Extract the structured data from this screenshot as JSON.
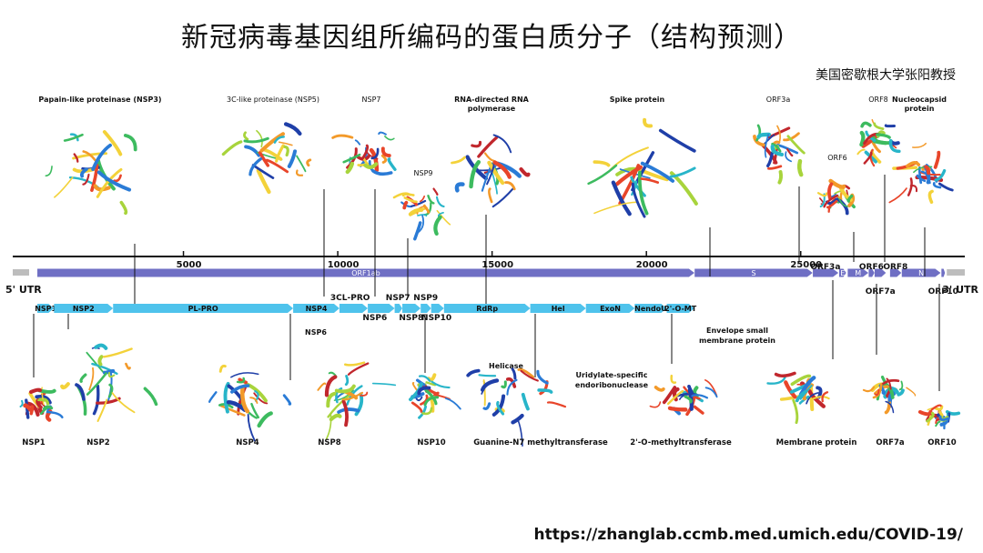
{
  "title": "新冠病毒基因组所编码的蛋白质分子（结构预测）",
  "author": "美国密歇根大学张阳教授",
  "url": "https://zhanglab.ccmb.med.umich.edu/COVID-19/",
  "colors": {
    "genome_bar": "#6f6fc4",
    "orf_arrow": "#4fc3ec",
    "utr": "#bdbdbd",
    "axis": "#111111"
  },
  "genome_axis": {
    "min": 0,
    "max": 29903,
    "ticks": [
      5000,
      10000,
      15000,
      20000,
      25000
    ],
    "tick_labels": [
      "5000",
      "10000",
      "15000",
      "20000",
      "25000"
    ]
  },
  "utr": {
    "left_label": "5' UTR",
    "right_label": "3' UTR"
  },
  "genome_segments": [
    {
      "label": "ORF1ab",
      "start": 266,
      "end": 21555
    },
    {
      "label": "S",
      "start": 21563,
      "end": 25384
    },
    {
      "label": "",
      "start": 25393,
      "end": 26220
    },
    {
      "label": "E",
      "start": 26245,
      "end": 26472
    },
    {
      "label": "M",
      "start": 26523,
      "end": 27191
    },
    {
      "label": "",
      "start": 27202,
      "end": 27387
    },
    {
      "label": "",
      "start": 27394,
      "end": 27759
    },
    {
      "label": "",
      "start": 27894,
      "end": 28259
    },
    {
      "label": "N",
      "start": 28274,
      "end": 29533
    },
    {
      "label": "",
      "start": 29558,
      "end": 29674
    }
  ],
  "above_bar_labels": [
    {
      "label": "ORF3a",
      "pos": 25800
    },
    {
      "label": "ORF6",
      "pos": 27290
    },
    {
      "label": "ORF8",
      "pos": 28070
    }
  ],
  "below_bar_labels": [
    {
      "label": "ORF7a",
      "pos": 27580
    },
    {
      "label": "ORF10",
      "pos": 29616
    }
  ],
  "nsp_segments": [
    {
      "label": "NSP1",
      "start": 266,
      "end": 805
    },
    {
      "label": "NSP2",
      "start": 806,
      "end": 2719
    },
    {
      "label": "PL-PRO",
      "start": 2720,
      "end": 8554
    },
    {
      "label": "NSP4",
      "start": 8555,
      "end": 10054
    },
    {
      "label": "",
      "start": 10055,
      "end": 10972
    },
    {
      "label": "",
      "start": 10973,
      "end": 11842
    },
    {
      "label": "",
      "start": 11843,
      "end": 12091
    },
    {
      "label": "",
      "start": 12092,
      "end": 12685
    },
    {
      "label": "",
      "start": 12686,
      "end": 13024
    },
    {
      "label": "",
      "start": 13025,
      "end": 13441
    },
    {
      "label": "RdRp",
      "start": 13442,
      "end": 16236
    },
    {
      "label": "Hel",
      "start": 16237,
      "end": 18039
    },
    {
      "label": "ExoN",
      "start": 18040,
      "end": 19620
    },
    {
      "label": "NendoU",
      "start": 19621,
      "end": 20658
    },
    {
      "label": "2'-O-MT",
      "start": 20659,
      "end": 21552
    }
  ],
  "upper_nsp_labels": [
    {
      "label": "3CL-PRO",
      "pos": 10400
    },
    {
      "label": "NSP7",
      "pos": 11950
    },
    {
      "label": "NSP9",
      "pos": 12850
    }
  ],
  "lower_nsp_labels": [
    {
      "label": "NSP6",
      "pos": 11200
    },
    {
      "label": "NSP8",
      "pos": 12380
    },
    {
      "label": "NSP10",
      "pos": 13200
    }
  ],
  "top_proteins": [
    {
      "name": "Papain-like proteinase (NSP3)",
      "anchor": 4100,
      "palette": "rainbow",
      "size": 1.0
    },
    {
      "name": "3C-like proteinase (NSP5)",
      "anchor": 10300,
      "palette": "rainbow",
      "size": 0.9
    },
    {
      "name": "NSP7",
      "anchor": 11850,
      "palette": "rainbow",
      "size": 0.6
    },
    {
      "name": "NSP9",
      "anchor": 12850,
      "palette": "rainbow",
      "size": 0.55
    },
    {
      "name": "RNA-directed RNA polymerase",
      "anchor": 15300,
      "palette": "rainbow",
      "size": 1.0
    },
    {
      "name": "Spike protein",
      "anchor": 21000,
      "palette": "rainbow",
      "size": 1.1
    },
    {
      "name": "ORF3a",
      "anchor": 25800,
      "palette": "rainbow",
      "size": 0.7
    },
    {
      "name": "ORF6",
      "anchor": 27290,
      "palette": "rainbow",
      "size": 0.55
    },
    {
      "name": "ORF8",
      "anchor": 28070,
      "palette": "rainbow",
      "size": 0.55
    },
    {
      "name": "Nucleocapsid protein",
      "anchor": 29300,
      "palette": "rainbow",
      "size": 0.8
    }
  ],
  "bottom_proteins": [
    {
      "name": "NSP1",
      "anchor": 500
    },
    {
      "name": "NSP2",
      "anchor": 1700
    },
    {
      "name": "NSP4",
      "anchor": 9400
    },
    {
      "name": "NSP8",
      "anchor": 12380
    },
    {
      "name": "NSP10",
      "anchor": 13200
    },
    {
      "name": "Guanine-N7 methyltransferase",
      "anchor": 18800
    },
    {
      "name": "2'-O-methyltransferase",
      "anchor": 21000
    },
    {
      "name": "Membrane protein",
      "anchor": 26850
    },
    {
      "name": "ORF7a",
      "anchor": 27580
    },
    {
      "name": "ORF10",
      "anchor": 29616
    }
  ],
  "mid_protein_labels": [
    {
      "name": "NSP6",
      "pos": 11000
    },
    {
      "name": "Helicase",
      "pos": 17200
    },
    {
      "name": "Uridylate-specific endoribonuclease",
      "pos": 19900
    },
    {
      "name": "Envelope small membrane protein",
      "pos": 26300
    }
  ]
}
